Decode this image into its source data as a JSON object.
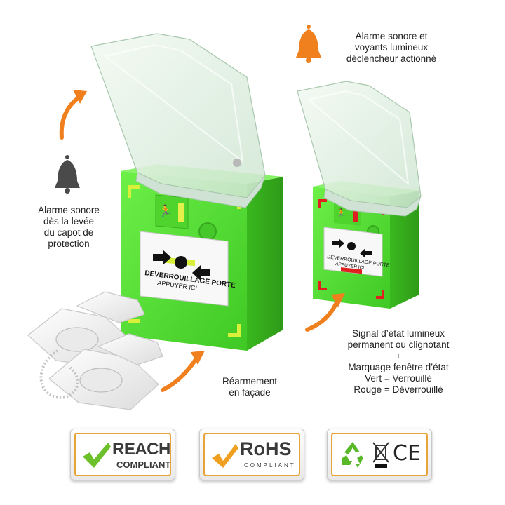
{
  "device_left": {
    "label_line1": "DEVERROUILLAGE PORTE",
    "label_line2": "APPUYER ICI"
  },
  "device_right": {
    "label_line1": "DEVERROUILLAGE PORTE",
    "label_line2": "APPUYER ICI"
  },
  "captions": {
    "alarm_triggered": [
      "Alarme sonore et",
      "voyants lumineux",
      "déclencheur actionné"
    ],
    "alarm_lift": [
      "Alarme sonore",
      "dès la levée",
      "du capot de",
      "protection"
    ],
    "reset": [
      "Réarmement",
      "en façade"
    ],
    "status": [
      "Signal d’état lumineux",
      "permanent ou clignotant",
      "+",
      "Marquage fenêtre d’état",
      "Vert = Verrouillé",
      "Rouge = Déverrouillé"
    ]
  },
  "badges": {
    "reach_title": "REACH",
    "reach_sub": "COMPLIANT",
    "rohs_title": "RoHS",
    "rohs_sub": "COMPLIANT",
    "ce_mark": "CE"
  },
  "colors": {
    "device_green": "#5ce63a",
    "accent_orange": "#f07f1e",
    "bell_dark": "#4a4a4a",
    "status_red": "#e02020",
    "check_green": "#6cc02a"
  }
}
